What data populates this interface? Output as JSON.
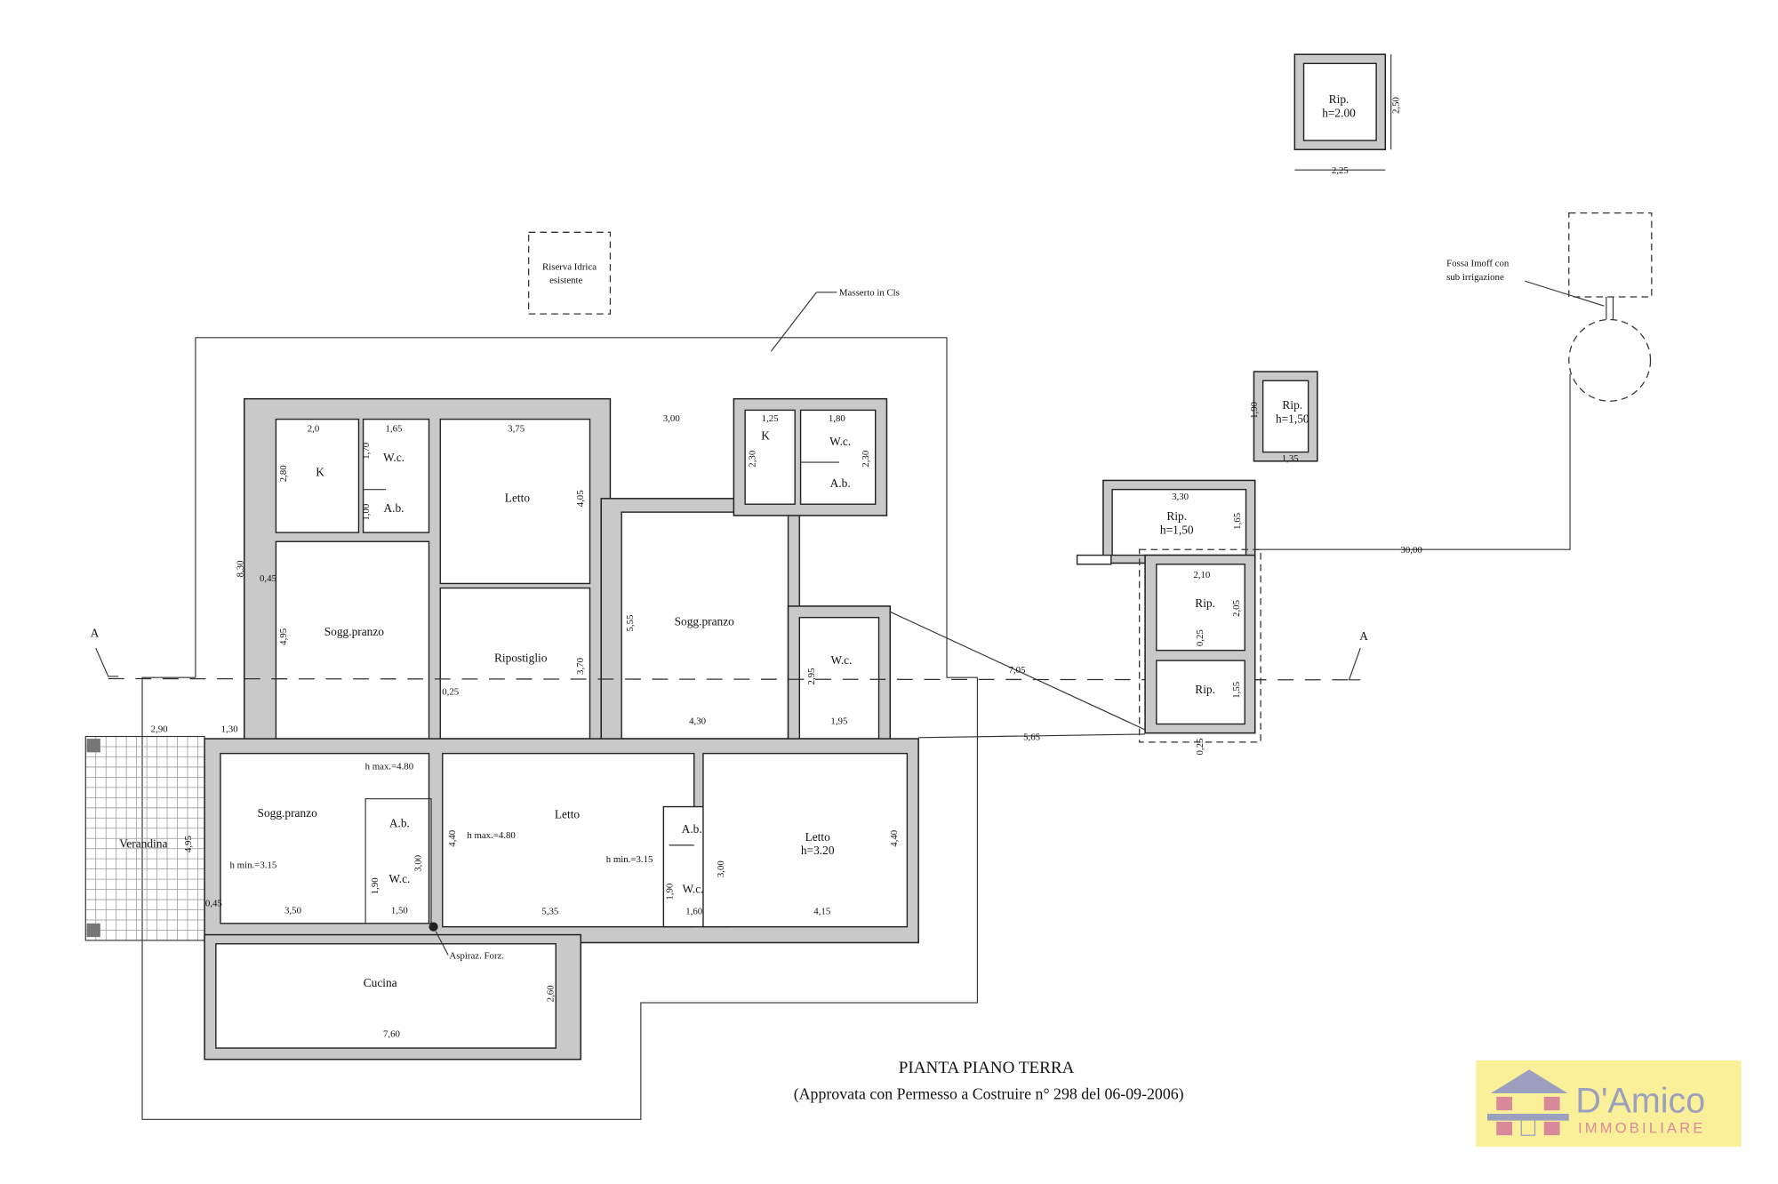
{
  "title": "PIANTA PIANO TERRA",
  "subtitle": "(Approvata con Permesso a Costruire n° 298 del 06-09-2006)",
  "logo": {
    "name": "D'Amico",
    "tagline": "IMMOBILIARE",
    "bg_color": "#fbf09a",
    "text_color": "#9aa0bd",
    "accent_color": "#d98a9a"
  },
  "section_marks": [
    "A",
    "A"
  ],
  "notes": {
    "masserto": "Masserto in Cls",
    "riserva_1": "Riserva Idrica",
    "riserva_2": "esistente",
    "fossa_1": "Fossa Imoff con",
    "fossa_2": "sub irrigazione",
    "aspiraz": "Aspiraz. Forz.",
    "verandina": "Verandina"
  },
  "rooms": [
    "K",
    "W.c.",
    "A.b.",
    "Letto",
    "Sogg.pranzo",
    "Ripostiglio",
    "Sogg.pranzo",
    "K",
    "W.c.",
    "A.b.",
    "W.c.",
    "Sogg.pranzo",
    "A.b.",
    "W.c.",
    "Letto",
    "A.b.",
    "W.c.",
    "Letto",
    "h=3.20",
    "Cucina",
    "Rip.",
    "h=2.00",
    "Rip.",
    "h=1,50",
    "Rip.",
    "h=1,50",
    "Rip.",
    "Rip."
  ],
  "dimensions": [
    "2,0",
    "1,65",
    "3,75",
    "3,00",
    "1,25",
    "1,80",
    "2,80",
    "1,70",
    "1,00",
    "4,05",
    "2,30",
    "2,30",
    "8,30",
    "0,45",
    "4,95",
    "5,55",
    "3,70",
    "0,25",
    "2,95",
    "4,30",
    "1,95",
    "2,90",
    "1,30",
    "h max.=4.80",
    "h max.=4.80",
    "4,40",
    "4,95",
    "h min.=3.15",
    "3,00",
    "1,90",
    "3,50",
    "1,50",
    "0,45",
    "5,35",
    "h min.=3.15",
    "3,00",
    "1,90",
    "1,60",
    "4,15",
    "4,40",
    "2,60",
    "7,60",
    "2,25",
    "2,50",
    "1,90",
    "1,35",
    "3,30",
    "1,65",
    "30,00",
    "2,10",
    "2,05",
    "0,25",
    "1,55",
    "0,25",
    "7,05",
    "5,65"
  ]
}
